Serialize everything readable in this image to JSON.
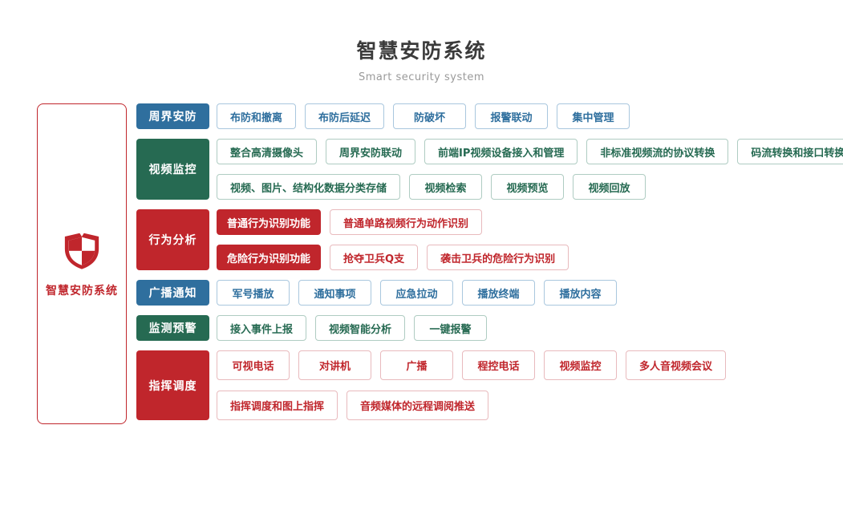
{
  "page": {
    "title": "智慧安防系统",
    "subtitle": "Smart security system"
  },
  "colors": {
    "blue": "#2F6F9E",
    "blue_border": "#A9C7DE",
    "green": "#266A52",
    "green_border": "#AFCCC2",
    "red": "#C0262C",
    "red_border": "#E8BABD",
    "title_text": "#3B3B3B",
    "subtitle_text": "#9A9A9A"
  },
  "root": {
    "label": "智慧安防系统",
    "icon": "shield-icon"
  },
  "diagram": {
    "rows": [
      {
        "id": "perimeter-security",
        "label": "周界安防",
        "color": "blue",
        "lines": [
          [
            "布防和撤离",
            "布防后延迟",
            "防破坏",
            "报警联动",
            "集中管理"
          ]
        ]
      },
      {
        "id": "video-surveillance",
        "label": "视频监控",
        "color": "green",
        "lines": [
          [
            "整合高清摄像头",
            "周界安防联动",
            "前端IP视频设备接入和管理",
            "非标准视频流的协议转换",
            "码流转换和接口转换"
          ],
          [
            "视频、图片、结构化数据分类存储",
            "视频检索",
            "视频预览",
            "视频回放"
          ]
        ]
      },
      {
        "id": "behavior-analysis",
        "label": "行为分析",
        "color": "red",
        "lines": [
          [
            {
              "text": "普通行为识别功能",
              "filled": true
            },
            {
              "text": "普通单路视频行为动作识别"
            }
          ],
          [
            {
              "text": "危险行为识别功能",
              "filled": true
            },
            {
              "text": "抢夺卫兵Q支"
            },
            {
              "text": "袭击卫兵的危险行为识别"
            }
          ]
        ]
      },
      {
        "id": "broadcast-notice",
        "label": "广播通知",
        "color": "blue",
        "lines": [
          [
            "军号播放",
            "通知事项",
            "应急拉动",
            "播放终端",
            "播放内容"
          ]
        ]
      },
      {
        "id": "monitor-warning",
        "label": "监测预警",
        "color": "green",
        "lines": [
          [
            "接入事件上报",
            "视频智能分析",
            "一键报警"
          ]
        ]
      },
      {
        "id": "command-dispatch",
        "label": "指挥调度",
        "color": "red",
        "tall": true,
        "lines": [
          [
            "可视电话",
            "对讲机",
            "广播",
            "程控电话",
            "视频监控",
            "多人音视频会议"
          ],
          [
            "指挥调度和图上指挥",
            "音频媒体的远程调阅推送"
          ]
        ]
      }
    ]
  }
}
